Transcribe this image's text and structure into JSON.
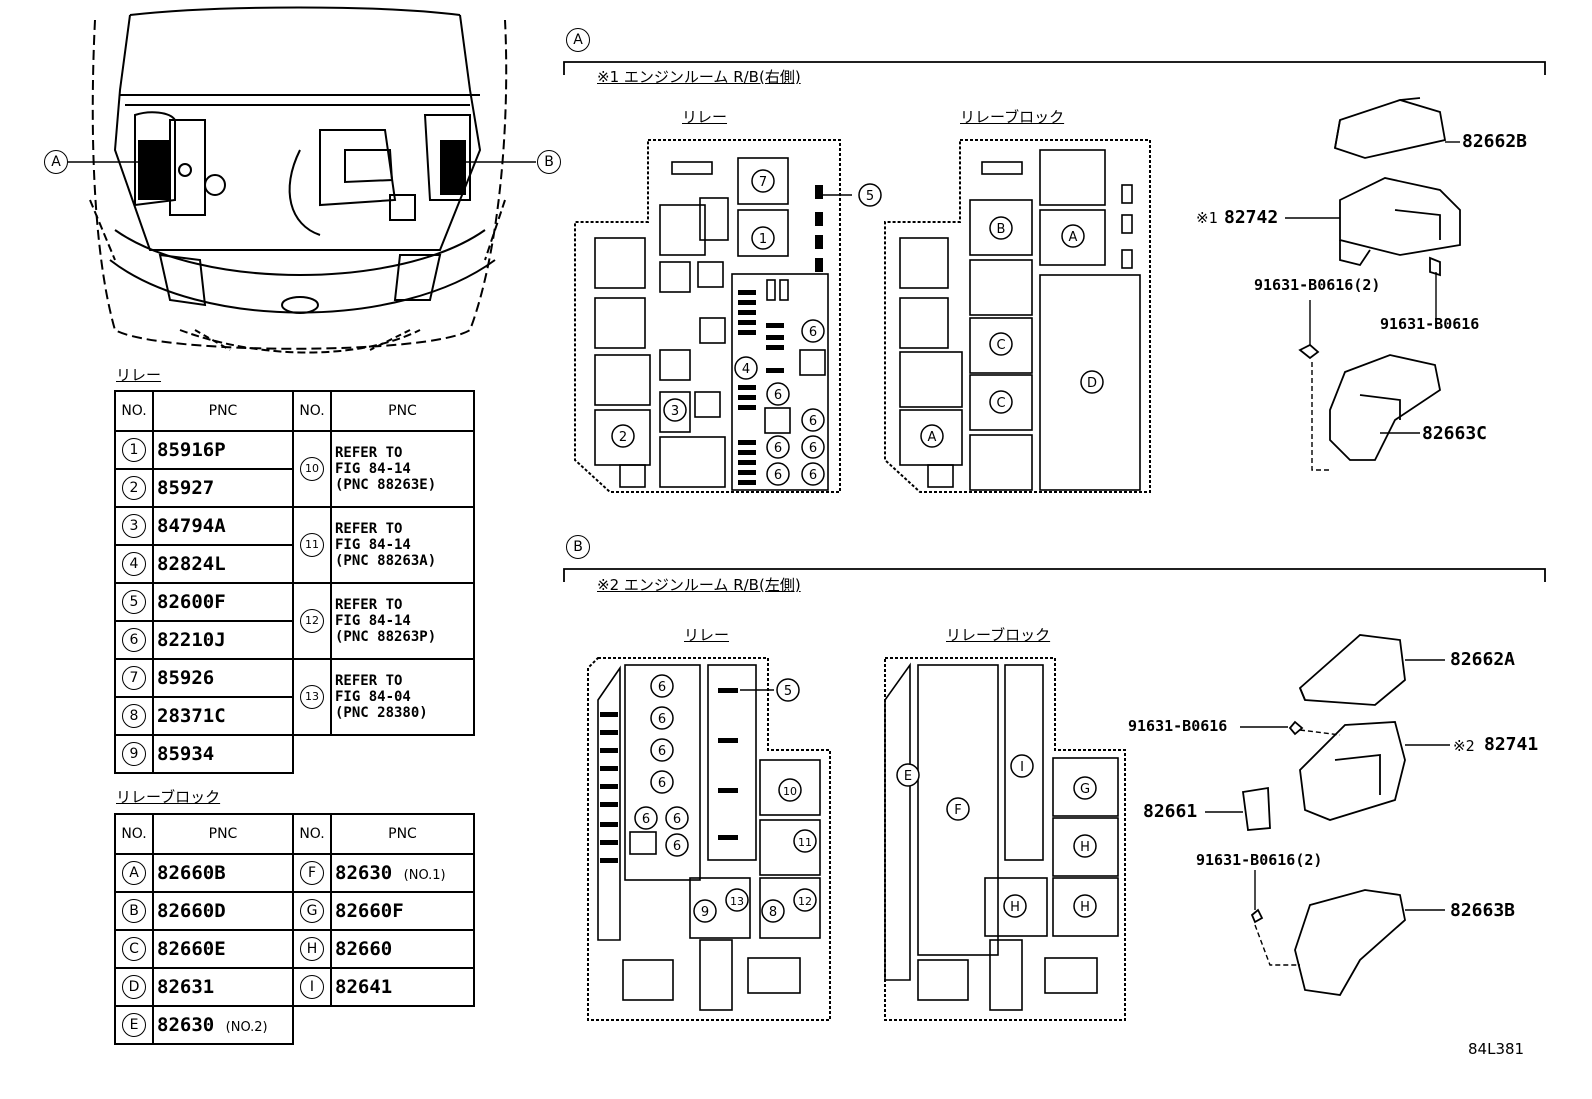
{
  "callouts": {
    "a": "A",
    "b": "B"
  },
  "relay_table": {
    "title": "リレー",
    "headers": [
      "NO.",
      "PNC",
      "NO.",
      "PNC"
    ],
    "left": [
      {
        "no": "1",
        "pnc": "85916P"
      },
      {
        "no": "2",
        "pnc": "85927"
      },
      {
        "no": "3",
        "pnc": "84794A"
      },
      {
        "no": "4",
        "pnc": "82824L"
      },
      {
        "no": "5",
        "pnc": "82600F"
      },
      {
        "no": "6",
        "pnc": "82210J"
      },
      {
        "no": "7",
        "pnc": "85926"
      },
      {
        "no": "8",
        "pnc": "28371C"
      },
      {
        "no": "9",
        "pnc": "85934"
      }
    ],
    "right": [
      {
        "no": "10",
        "ref": "REFER TO\nFIG 84-14\n(PNC 88263E)"
      },
      {
        "no": "11",
        "ref": "REFER TO\nFIG 84-14\n(PNC 88263A)"
      },
      {
        "no": "12",
        "ref": "REFER TO\nFIG 84-14\n(PNC 88263P)"
      },
      {
        "no": "13",
        "ref": "REFER TO\nFIG 84-04\n(PNC 28380)"
      }
    ]
  },
  "relay_block_table": {
    "title": "リレーブロック",
    "headers": [
      "NO.",
      "PNC",
      "NO.",
      "PNC"
    ],
    "left": [
      {
        "no": "A",
        "pnc": "82660B",
        "note": ""
      },
      {
        "no": "B",
        "pnc": "82660D",
        "note": ""
      },
      {
        "no": "C",
        "pnc": "82660E",
        "note": ""
      },
      {
        "no": "D",
        "pnc": "82631",
        "note": ""
      },
      {
        "no": "E",
        "pnc": "82630",
        "note": "(NO.2)"
      }
    ],
    "right": [
      {
        "no": "F",
        "pnc": "82630",
        "note": "(NO.1)"
      },
      {
        "no": "G",
        "pnc": "82660F",
        "note": ""
      },
      {
        "no": "H",
        "pnc": "82660",
        "note": ""
      },
      {
        "no": "I",
        "pnc": "82641",
        "note": ""
      }
    ]
  },
  "section_a": {
    "marker": "A",
    "title": "※1 エンジンルーム R/B(右側)",
    "relay_label": "リレー",
    "block_label": "リレーブロック",
    "parts": {
      "cover": "82662B",
      "box": "82742",
      "box_mark": "※1",
      "bolt_left": "91631-B0616(2)",
      "bolt_right": "91631-B0616",
      "bracket": "82663C"
    }
  },
  "section_b": {
    "marker": "B",
    "title": "※2 エンジンルーム R/B(左側)",
    "relay_label": "リレー",
    "block_label": "リレーブロック",
    "parts": {
      "cover": "82662A",
      "bolt": "91631-B0616",
      "box_mark": "※2",
      "box": "82741",
      "clip": "82661",
      "bolt2": "91631-B0616(2)",
      "bracket": "82663B"
    }
  },
  "figure_code": "84L381"
}
